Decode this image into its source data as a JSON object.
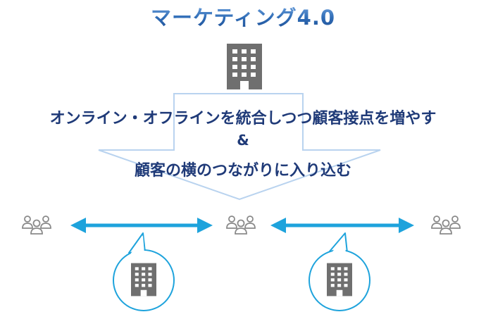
{
  "title": "マーケティング4.0",
  "message": {
    "line1": "オンライン・オフラインを統合しつつ顧客接点を増やす",
    "line2": "&",
    "line3": "顧客の横のつながりに入り込む"
  },
  "icons": {
    "top_building": "building-icon",
    "people_left": "people-group-icon",
    "people_center": "people-group-icon",
    "people_right": "people-group-icon",
    "bubble_building_left": "building-icon",
    "bubble_building_right": "building-icon",
    "arrow_left": "double-arrow-icon",
    "arrow_right": "double-arrow-icon"
  },
  "colors": {
    "title_gradient_top": "#7fb0e8",
    "title_gradient_bottom": "#1f4f94",
    "message_text": "#1f3a78",
    "building": "#6f6f6f",
    "people_outline": "#8a8a8a",
    "arrow": "#1ea3dc",
    "big_arrow_outline": "#b9d3ef"
  }
}
